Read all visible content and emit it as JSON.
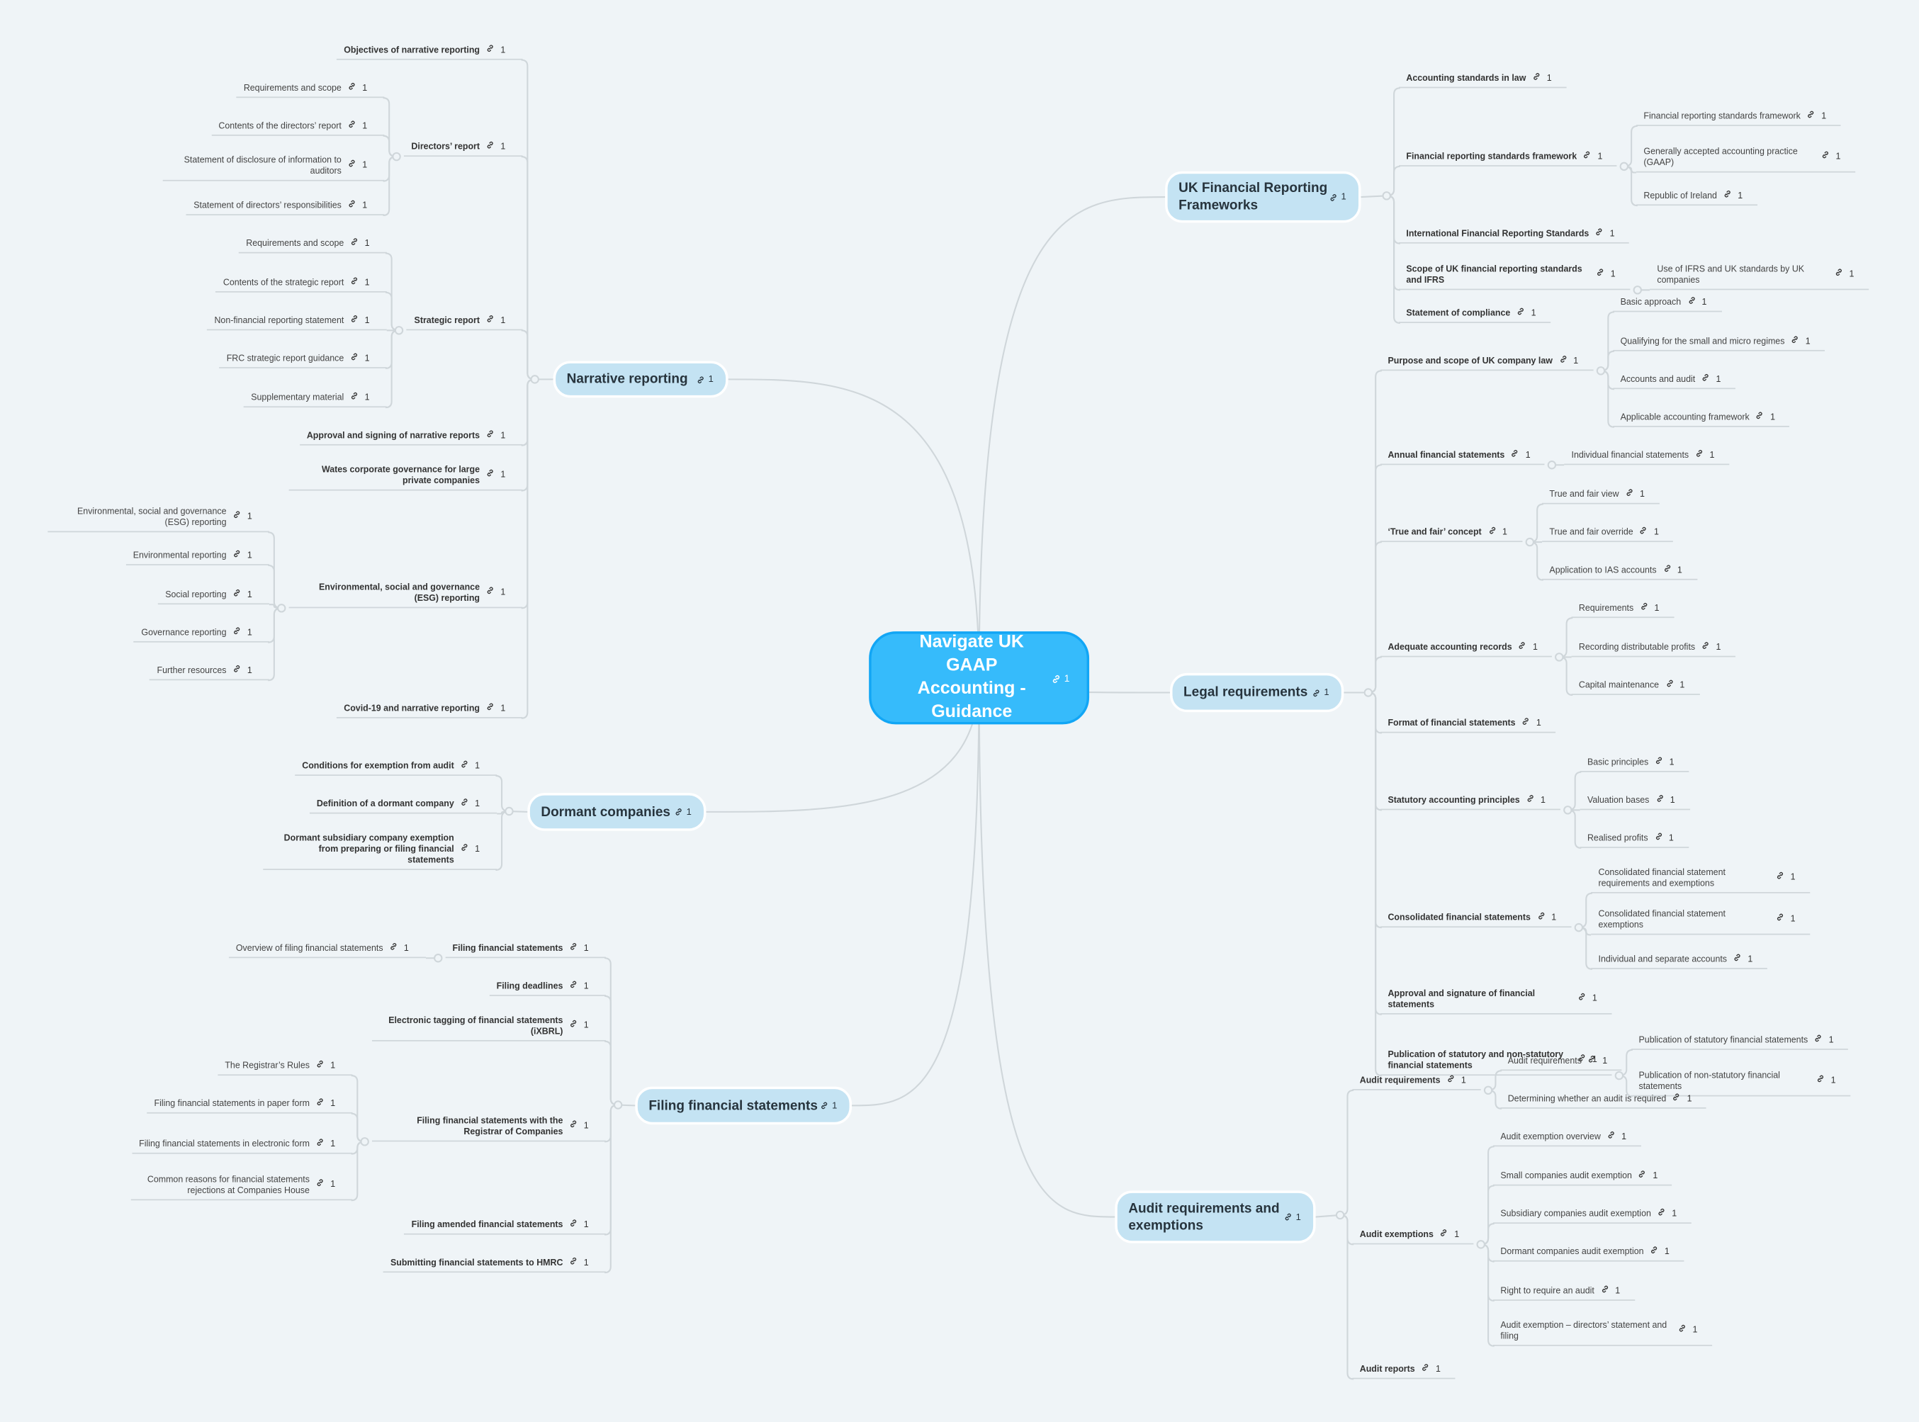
{
  "central": {
    "title": "Navigate UK GAAP Accounting - Guidance",
    "link_count": "1"
  },
  "colors": {
    "background": "#eff4f7",
    "central_fill": "#36bbfb",
    "central_border": "#12a6f5",
    "branch_fill": "#c4e3f3",
    "line": "#cfd6da"
  },
  "icons": {
    "link": "link-icon"
  },
  "branches": [
    {
      "label": "UK Financial Reporting Frameworks",
      "link_count": "1",
      "children": [
        {
          "label": "Accounting standards in law",
          "link_count": "1"
        },
        {
          "label": "Financial reporting standards framework",
          "link_count": "1",
          "children": [
            {
              "label": "Financial reporting standards framework",
              "link_count": "1"
            },
            {
              "label": "Generally accepted accounting practice (GAAP)",
              "link_count": "1"
            },
            {
              "label": "Republic of Ireland",
              "link_count": "1"
            }
          ]
        },
        {
          "label": "International Financial Reporting Standards",
          "link_count": "1"
        },
        {
          "label": "Scope of UK financial reporting standards and IFRS",
          "link_count": "1",
          "children": [
            {
              "label": "Use of IFRS and UK standards by UK companies",
              "link_count": "1"
            }
          ]
        },
        {
          "label": "Statement of compliance",
          "link_count": "1"
        }
      ]
    },
    {
      "label": "Legal requirements",
      "link_count": "1",
      "children": [
        {
          "label": "Purpose and scope of UK company law",
          "link_count": "1",
          "children": [
            {
              "label": "Basic approach",
              "link_count": "1"
            },
            {
              "label": "Qualifying for the small and micro regimes",
              "link_count": "1"
            },
            {
              "label": "Accounts and audit",
              "link_count": "1"
            },
            {
              "label": "Applicable accounting framework",
              "link_count": "1"
            }
          ]
        },
        {
          "label": "Annual financial statements",
          "link_count": "1",
          "children": [
            {
              "label": "Individual financial statements",
              "link_count": "1"
            }
          ]
        },
        {
          "label": "‘True and fair’ concept",
          "link_count": "1",
          "children": [
            {
              "label": "True and fair view",
              "link_count": "1"
            },
            {
              "label": "True and fair override",
              "link_count": "1"
            },
            {
              "label": "Application to IAS accounts",
              "link_count": "1"
            }
          ]
        },
        {
          "label": "Adequate accounting records",
          "link_count": "1",
          "children": [
            {
              "label": "Requirements",
              "link_count": "1"
            },
            {
              "label": "Recording distributable profits",
              "link_count": "1"
            },
            {
              "label": "Capital maintenance",
              "link_count": "1"
            }
          ]
        },
        {
          "label": "Format of financial statements",
          "link_count": "1"
        },
        {
          "label": "Statutory accounting principles",
          "link_count": "1",
          "children": [
            {
              "label": "Basic principles",
              "link_count": "1"
            },
            {
              "label": "Valuation bases",
              "link_count": "1"
            },
            {
              "label": "Realised profits",
              "link_count": "1"
            }
          ]
        },
        {
          "label": "Consolidated financial statements",
          "link_count": "1",
          "children": [
            {
              "label": "Consolidated financial statement requirements and exemptions",
              "link_count": "1"
            },
            {
              "label": "Consolidated financial statement exemptions",
              "link_count": "1"
            },
            {
              "label": "Individual and separate accounts",
              "link_count": "1"
            }
          ]
        },
        {
          "label": "Approval and signature of financial statements",
          "link_count": "1"
        },
        {
          "label": "Publication of statutory and non-statutory financial statements",
          "link_count": "1",
          "children": [
            {
              "label": "Publication of statutory financial statements",
              "link_count": "1"
            },
            {
              "label": "Publication of non-statutory financial statements",
              "link_count": "1"
            }
          ]
        }
      ]
    },
    {
      "label": "Audit requirements and exemptions",
      "link_count": "1",
      "children": [
        {
          "label": "Audit requirements",
          "link_count": "1",
          "children": [
            {
              "label": "Audit requirements",
              "link_count": "1"
            },
            {
              "label": "Determining whether an audit is required",
              "link_count": "1"
            }
          ]
        },
        {
          "label": "Audit exemptions",
          "link_count": "1",
          "children": [
            {
              "label": "Audit exemption overview",
              "link_count": "1"
            },
            {
              "label": "Small companies audit exemption",
              "link_count": "1"
            },
            {
              "label": "Subsidiary companies audit exemption",
              "link_count": "1"
            },
            {
              "label": "Dormant companies audit exemption",
              "link_count": "1"
            },
            {
              "label": "Right to require an audit",
              "link_count": "1"
            },
            {
              "label": "Audit exemption – directors’ statement and filing",
              "link_count": "1"
            }
          ]
        },
        {
          "label": "Audit reports",
          "link_count": "1"
        }
      ]
    },
    {
      "label": "Filing financial statements",
      "link_count": "1",
      "children": [
        {
          "label": "Filing financial statements",
          "link_count": "1",
          "children": [
            {
              "label": "Overview of filing financial statements",
              "link_count": "1"
            }
          ]
        },
        {
          "label": "Filing deadlines",
          "link_count": "1"
        },
        {
          "label": "Electronic tagging of financial statements (iXBRL)",
          "link_count": "1"
        },
        {
          "label": "Filing financial statements with the Registrar of Companies",
          "link_count": "1",
          "children": [
            {
              "label": "The Registrar’s Rules",
              "link_count": "1"
            },
            {
              "label": "Filing financial statements in paper form",
              "link_count": "1"
            },
            {
              "label": "Filing financial statements in electronic form",
              "link_count": "1"
            },
            {
              "label": "Common reasons for financial statements rejections at Companies House",
              "link_count": "1"
            }
          ]
        },
        {
          "label": "Filing amended financial statements",
          "link_count": "1"
        },
        {
          "label": "Submitting financial statements to HMRC",
          "link_count": "1"
        }
      ]
    },
    {
      "label": "Dormant companies",
      "link_count": "1",
      "children": [
        {
          "label": "Conditions for exemption from audit",
          "link_count": "1"
        },
        {
          "label": "Definition of a dormant company",
          "link_count": "1"
        },
        {
          "label": "Dormant subsidiary company exemption from preparing or filing financial statements",
          "link_count": "1"
        }
      ]
    },
    {
      "label": "Narrative reporting",
      "link_count": "1",
      "children": [
        {
          "label": "Objectives of narrative reporting",
          "link_count": "1"
        },
        {
          "label": "Directors’ report",
          "link_count": "1",
          "children": [
            {
              "label": "Requirements and scope",
              "link_count": "1"
            },
            {
              "label": "Contents of the directors’ report",
              "link_count": "1"
            },
            {
              "label": "Statement of disclosure of information to auditors",
              "link_count": "1"
            },
            {
              "label": "Statement of directors’ responsibilities",
              "link_count": "1"
            }
          ]
        },
        {
          "label": "Strategic report",
          "link_count": "1",
          "children": [
            {
              "label": "Requirements and scope",
              "link_count": "1"
            },
            {
              "label": "Contents of the strategic report",
              "link_count": "1"
            },
            {
              "label": "Non-financial reporting statement",
              "link_count": "1"
            },
            {
              "label": "FRC strategic report guidance",
              "link_count": "1"
            },
            {
              "label": "Supplementary material",
              "link_count": "1"
            }
          ]
        },
        {
          "label": "Approval and signing of narrative reports",
          "link_count": "1"
        },
        {
          "label": "Wates corporate governance for large private companies",
          "link_count": "1"
        },
        {
          "label": "Environmental, social and governance (ESG) reporting",
          "link_count": "1",
          "children": [
            {
              "label": "Environmental, social and governance (ESG) reporting",
              "link_count": "1"
            },
            {
              "label": "Environmental reporting",
              "link_count": "1"
            },
            {
              "label": "Social reporting",
              "link_count": "1"
            },
            {
              "label": "Governance reporting",
              "link_count": "1"
            },
            {
              "label": "Further resources",
              "link_count": "1"
            }
          ]
        },
        {
          "label": "Covid-19 and narrative reporting",
          "link_count": "1"
        }
      ]
    }
  ]
}
